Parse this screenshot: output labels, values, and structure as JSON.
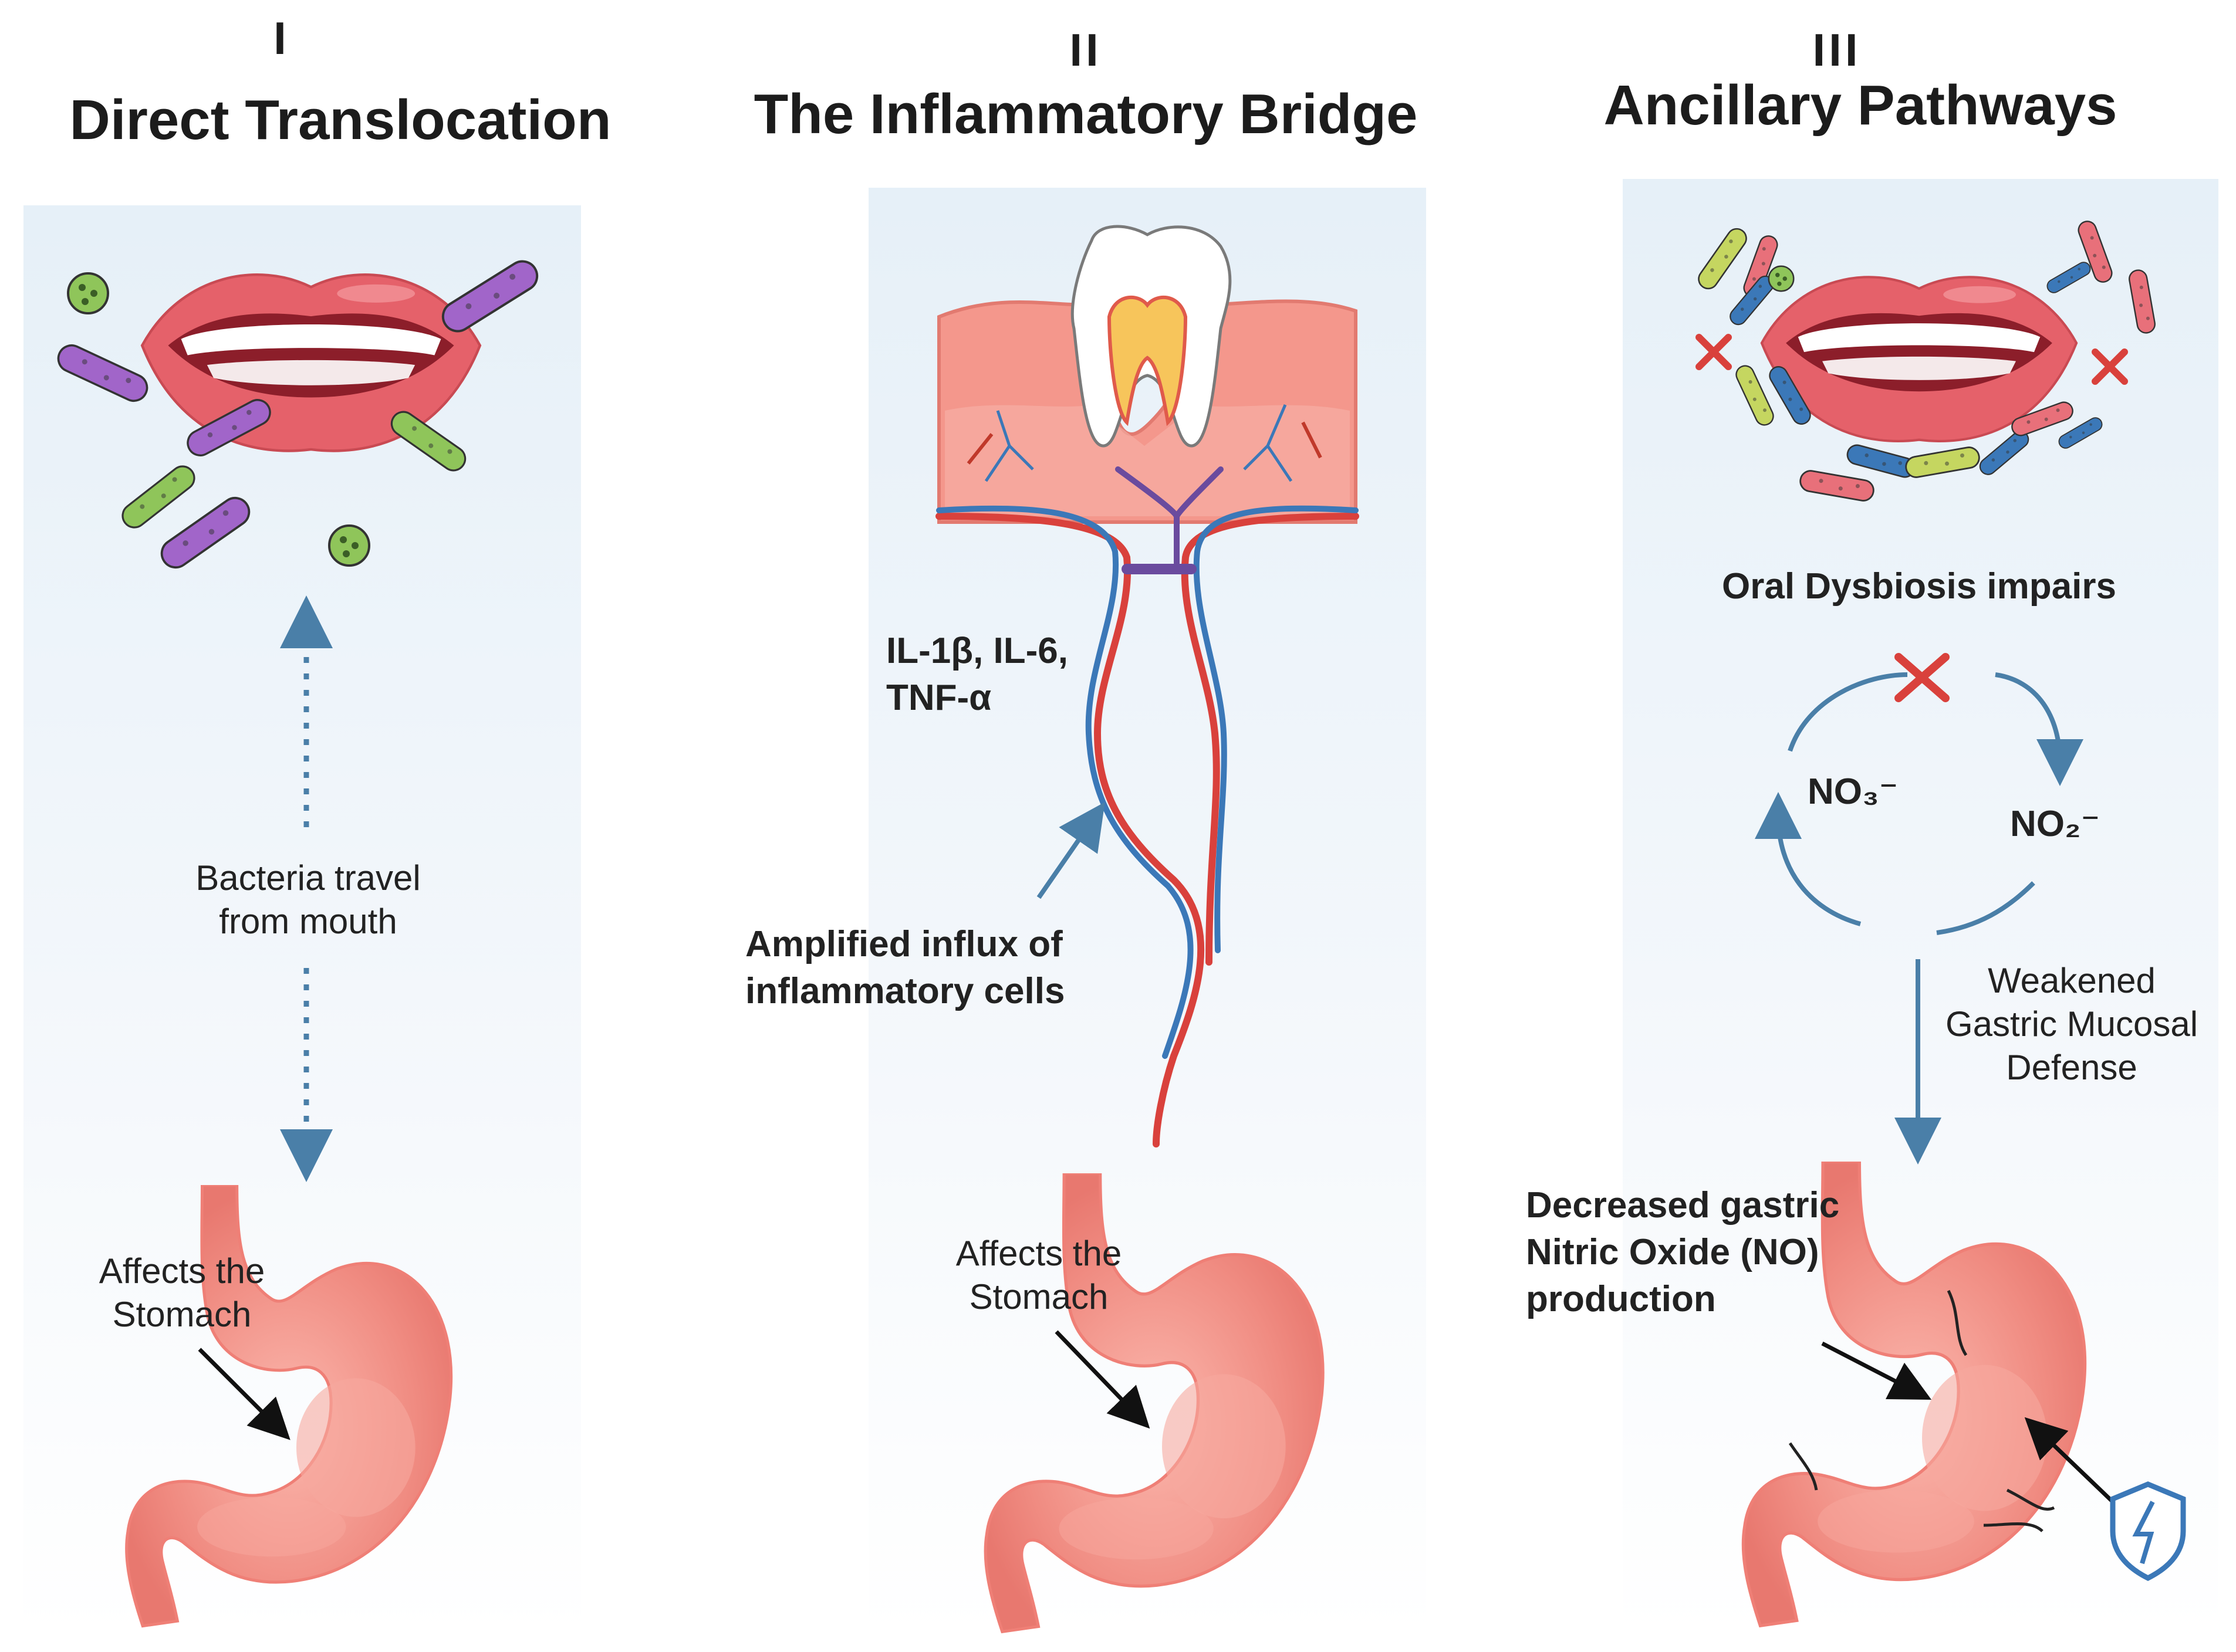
{
  "panels": [
    {
      "numeral": "I",
      "title": "Direct Translocation",
      "labels": {
        "travel": "Bacteria travel\nfrom mouth",
        "affects": "Affects the\nStomach"
      }
    },
    {
      "numeral": "II",
      "title": "The Inflammatory Bridge",
      "labels": {
        "cytokines": "IL-1β, IL-6,\nTNF-α",
        "influx": "Amplified influx of\ninflammatory cells",
        "affects": "Affects the\nStomach"
      }
    },
    {
      "numeral": "III",
      "title": "Ancillary Pathways",
      "labels": {
        "dysbiosis": "Oral Dysbiosis impairs",
        "nitrate": "NO₃⁻",
        "nitrite": "NO₂⁻",
        "weakened": "Weakened\nGastric Mucosal\nDefense",
        "decreased": "Decreased gastric\nNitric Oxide (NO)\nproduction"
      }
    }
  ],
  "icons": [
    "mouth-icon",
    "bacteria-icon",
    "stomach-icon",
    "tooth-icon",
    "blood-vessel-icon",
    "cross-icon",
    "shield-icon"
  ],
  "colors": {
    "arrow": "#4a7fa8",
    "artery": "#d9413c",
    "vein": "#3b78b8",
    "stomach": "#ef8e85",
    "lips": "#e5616a",
    "cross": "#d9413c"
  }
}
